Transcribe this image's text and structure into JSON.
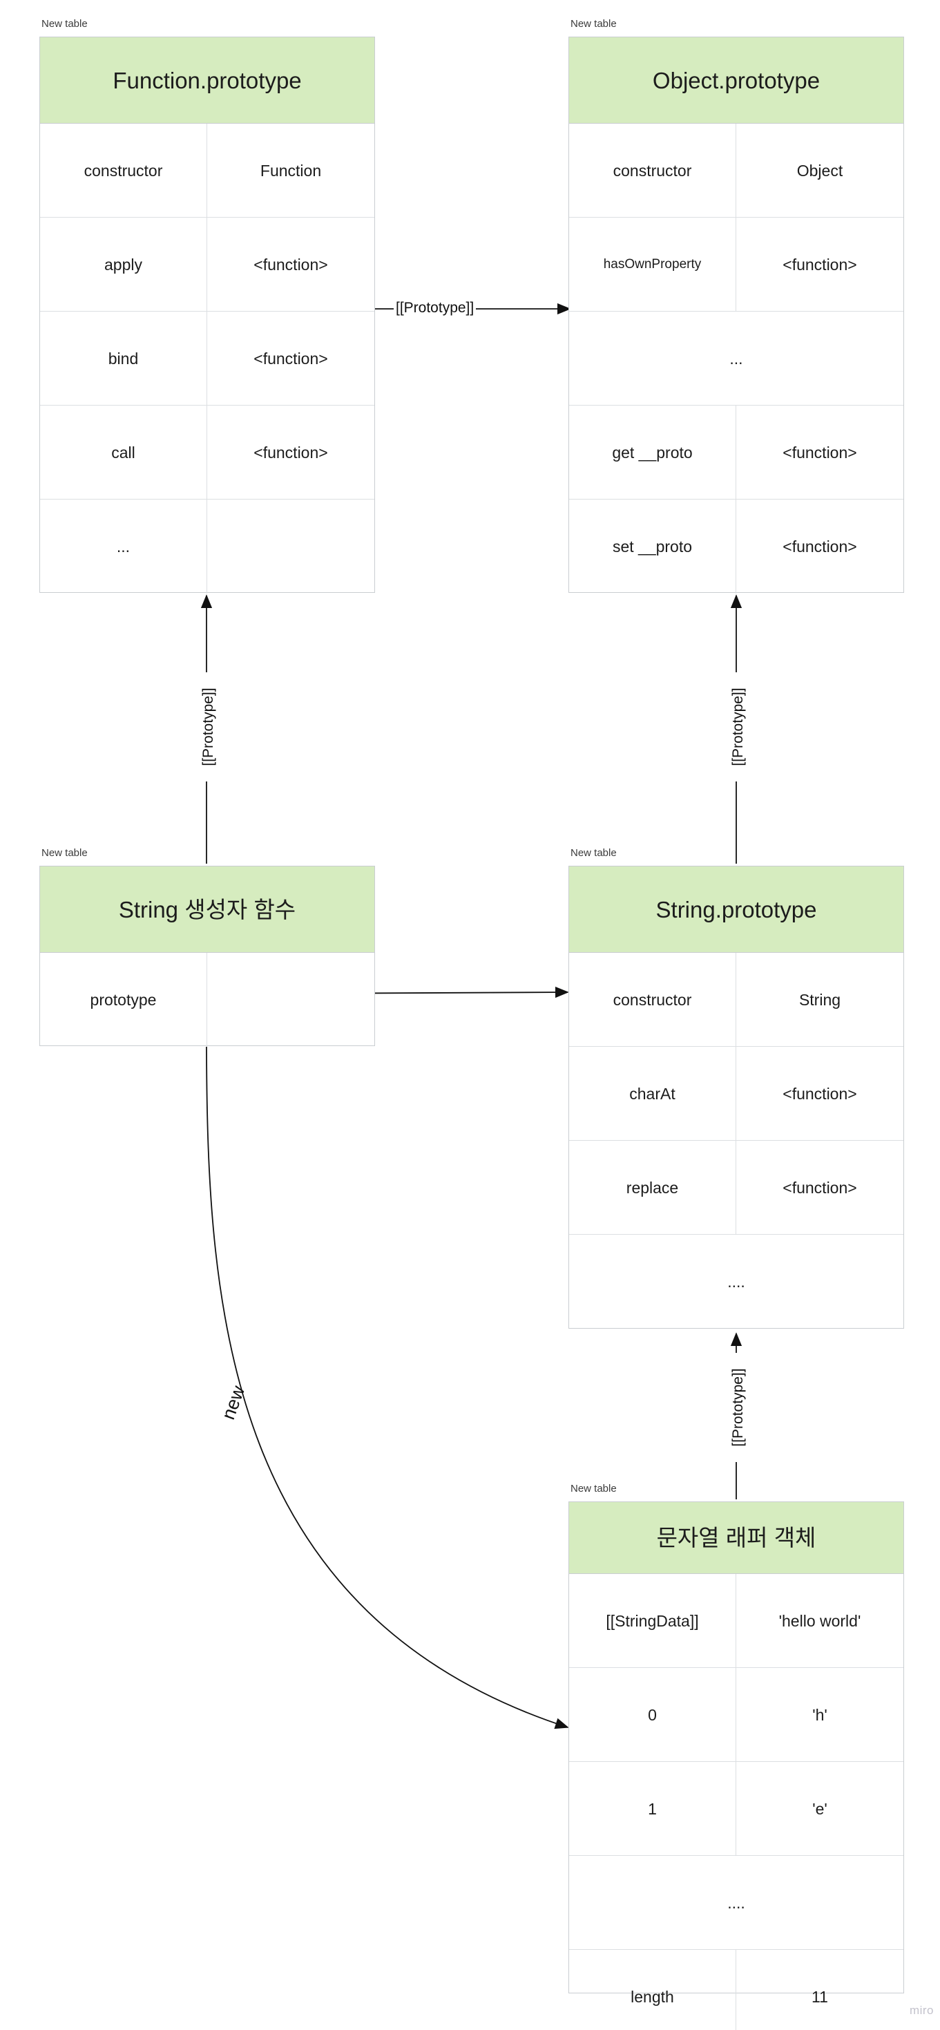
{
  "board": {
    "watermark": "miro",
    "caption_default": "New table",
    "header_color": "#d6ecbf",
    "border_color": "#c9cdd1",
    "row_border_color": "#dcdfe2",
    "text_color": "#1c1c1c"
  },
  "tables": {
    "function_prototype": {
      "caption": "New table",
      "title": "Function.prototype",
      "rows": [
        {
          "key": "constructor",
          "value": "Function",
          "span": false
        },
        {
          "key": "apply",
          "value": "<function>",
          "span": false
        },
        {
          "key": "bind",
          "value": "<function>",
          "span": false
        },
        {
          "key": "call",
          "value": "<function>",
          "span": false
        },
        {
          "key": "...",
          "value": "",
          "span": false
        }
      ]
    },
    "object_prototype": {
      "caption": "New table",
      "title": "Object.prototype",
      "rows": [
        {
          "key": "constructor",
          "value": "Object",
          "span": false
        },
        {
          "key": "hasOwnProperty",
          "value": "<function>",
          "span": false,
          "small": true
        },
        {
          "key": "...",
          "value": "",
          "span": true
        },
        {
          "key": "get __proto",
          "value": "<function>",
          "span": false
        },
        {
          "key": "set __proto",
          "value": "<function>",
          "span": false
        }
      ]
    },
    "string_constructor": {
      "caption": "New table",
      "title": "String 생성자 함수",
      "rows": [
        {
          "key": "prototype",
          "value": "",
          "span": false
        }
      ]
    },
    "string_prototype": {
      "caption": "New table",
      "title": "String.prototype",
      "rows": [
        {
          "key": "constructor",
          "value": "String",
          "span": false
        },
        {
          "key": "charAt",
          "value": "<function>",
          "span": false
        },
        {
          "key": "replace",
          "value": "<function>",
          "span": false
        },
        {
          "key": "....",
          "value": "",
          "span": true
        }
      ]
    },
    "string_wrapper": {
      "caption": "New table",
      "title": "문자열 래퍼 객체",
      "rows": [
        {
          "key": "[[StringData]]",
          "value": "'hello world'",
          "span": false
        },
        {
          "key": "0",
          "value": "'h'",
          "span": false
        },
        {
          "key": "1",
          "value": "'e'",
          "span": false
        },
        {
          "key": "....",
          "value": "",
          "span": true
        },
        {
          "key": "length",
          "value": "11",
          "span": false
        }
      ]
    }
  },
  "edges": {
    "fn_to_obj": "[[Prototype]]",
    "strctor_to_fnproto": "[[Prototype]]",
    "strproto_to_objproto": "[[Prototype]]",
    "wrapper_to_strproto": "[[Prototype]]",
    "new_edge": "new"
  }
}
